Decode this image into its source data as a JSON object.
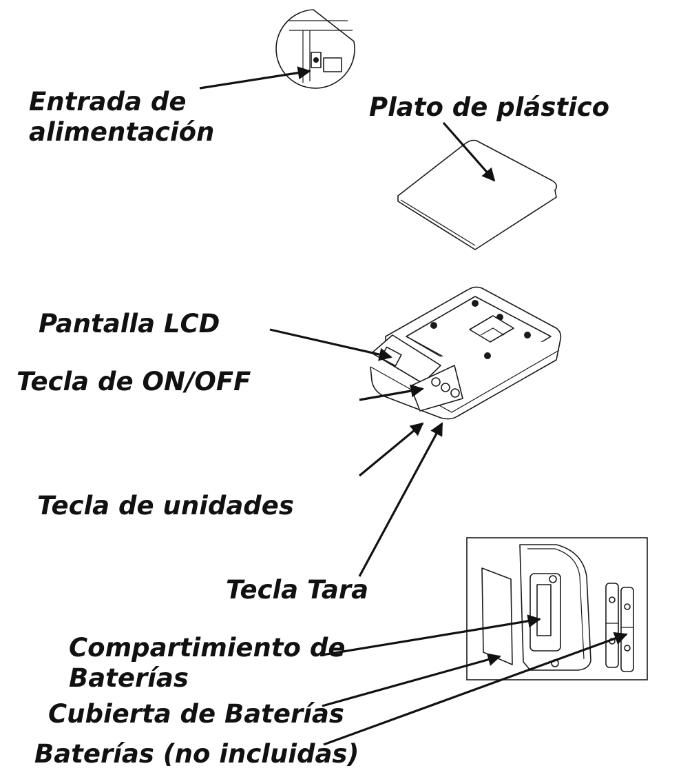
{
  "labels": {
    "power_input_line1": "Entrada de",
    "power_input_line2": "alimentación",
    "plastic_pan": "Plato de plástico",
    "lcd_display": "Pantalla LCD",
    "on_off_key": "Tecla de ON/OFF",
    "units_key": "Tecla de unidades",
    "tare_key": "Tecla Tara",
    "battery_compartment_line1": "Compartimiento de",
    "battery_compartment_line2": "Baterías",
    "battery_cover": "Cubierta de Baterías",
    "batteries": "Baterías (no incluidas)"
  }
}
